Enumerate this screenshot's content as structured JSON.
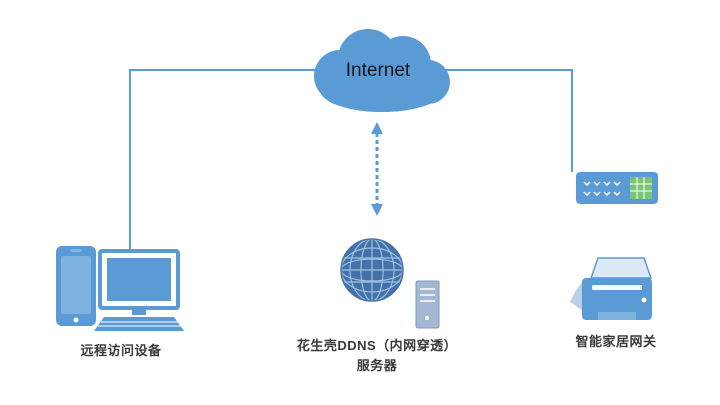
{
  "colors": {
    "primary_blue": "#5B9BD5",
    "light_blue": "#7EB3E0",
    "pale_blue": "#DCE9F7",
    "globe_blue": "#4472A8",
    "globe_grid": "#9DC0E4",
    "server_gray_blue": "#A3B8D3",
    "screen_green": "#7CC576",
    "text_dark": "#3a3a3a"
  },
  "diagram": {
    "internet_label": "Internet",
    "left_device_label": "远程访问设备",
    "server_label_line1": "花生壳DDNS（内网穿透）",
    "server_label_line2": "服务器",
    "gateway_label": "智能家居网关"
  }
}
